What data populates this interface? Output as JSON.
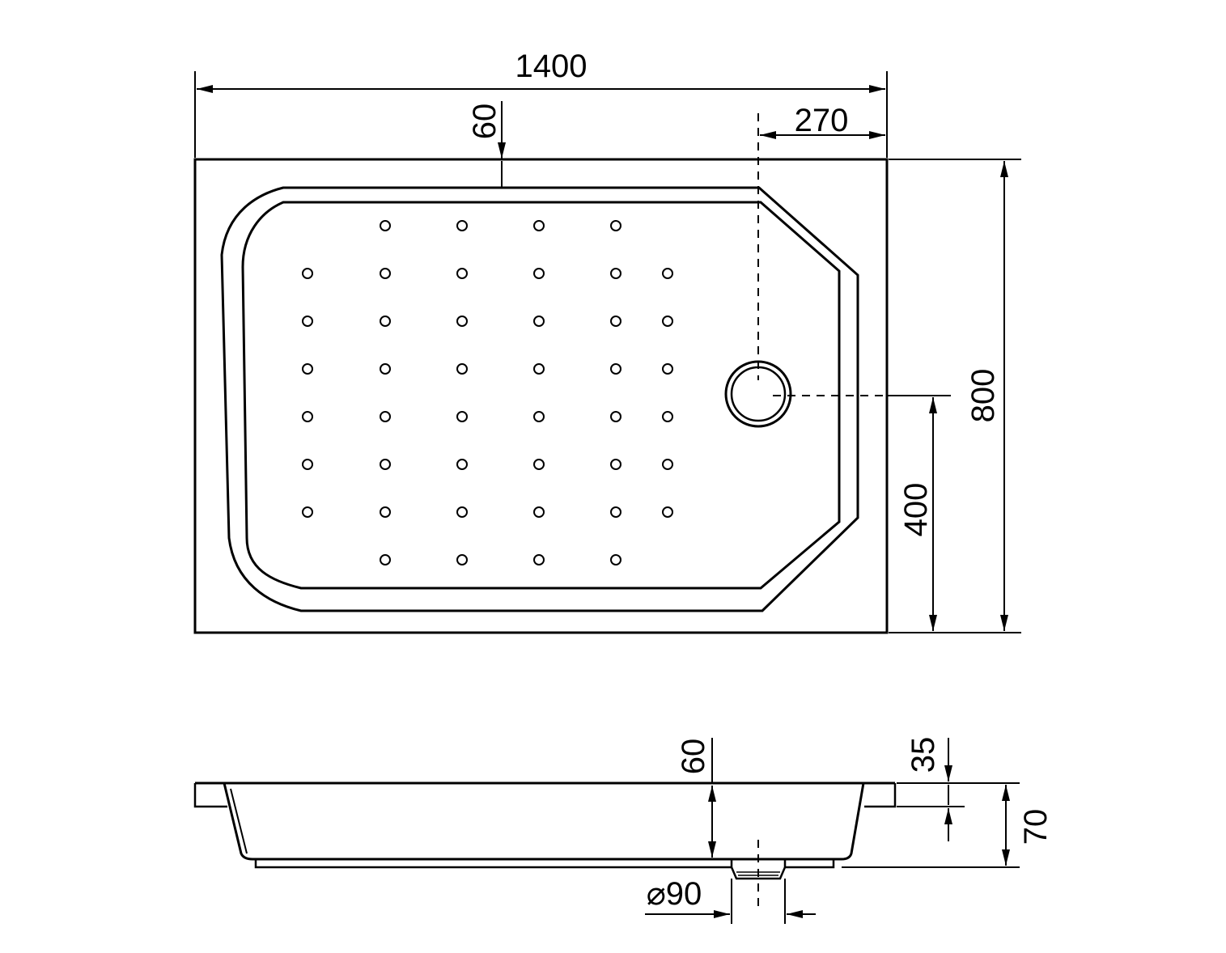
{
  "dimensions": {
    "overall_length": "1400",
    "rim_width": "60",
    "drain_offset_x": "270",
    "overall_width": "800",
    "drain_offset_y": "400",
    "tray_depth": "60",
    "rim_height": "35",
    "total_height": "70",
    "drain_diameter": "⌀90"
  }
}
